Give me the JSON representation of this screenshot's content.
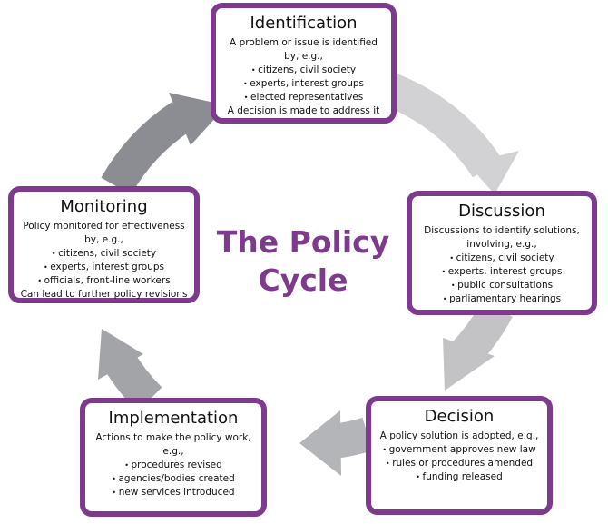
{
  "center_title": {
    "line1": "The Policy",
    "line2": "Cycle"
  },
  "colors": {
    "accent": "#7e3b8e",
    "arrow_dark": "#8c8d93",
    "arrow_light": "#c9c9cc"
  },
  "stages": {
    "identification": {
      "title": "Identification",
      "intro": "A problem or issue is identified by, e.g.,",
      "bullets": [
        "citizens, civil society",
        "experts, interest groups",
        "elected representatives"
      ],
      "outro": "A decision is made to address it"
    },
    "discussion": {
      "title": "Discussion",
      "intro": "Discussions to identify solutions, involving, e.g.,",
      "bullets": [
        "citizens, civil society",
        "experts, interest groups",
        "public consultations",
        "parliamentary hearings"
      ]
    },
    "decision": {
      "title": "Decision",
      "intro": "A policy solution is adopted, e.g.,",
      "bullets": [
        "government approves new law",
        "rules or procedures amended",
        "funding released"
      ]
    },
    "implementation": {
      "title": "Implementation",
      "intro": "Actions to make the policy work, e.g.,",
      "bullets": [
        "procedures revised",
        "agencies/bodies created",
        "new services introduced"
      ]
    },
    "monitoring": {
      "title": "Monitoring",
      "intro": "Policy monitored for effectiveness by, e.g.,",
      "bullets": [
        "citizens, civil society",
        "experts, interest groups",
        "officials, front-line workers"
      ],
      "outro": "Can lead to further policy revisions"
    }
  }
}
